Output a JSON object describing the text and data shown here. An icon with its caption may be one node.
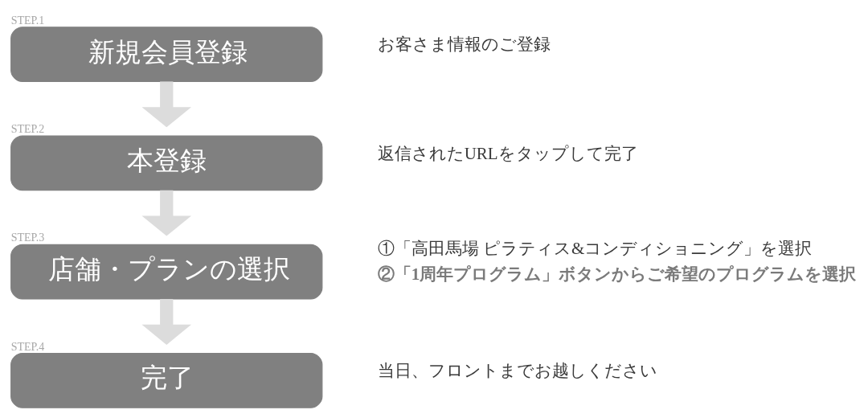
{
  "diagram": {
    "nodes": [
      {
        "text": [
          "STEP.1",
          "新規会員登録"
        ],
        "beside": [
          "お客さま情報のご登録"
        ]
      },
      {
        "text": [
          "STEP.2",
          "本登録"
        ],
        "beside": [
          "返信されたURLをタップして完了"
        ]
      },
      {
        "text": [
          "STEP.3",
          "店舗・プランの選択"
        ],
        "beside": [
          "①「高田馬場 ピラティス&コンディショニング」を選択",
          "②「1周年プログラム」ボタンからご希望のプログラムを選択"
        ]
      },
      {
        "text": [
          "STEP.4",
          "完了"
        ],
        "beside": [
          "当日、フロントまでお越しください"
        ]
      }
    ],
    "edges": [
      {
        "from": 0,
        "to": 1,
        "arrow": "to"
      },
      {
        "from": 1,
        "to": 2,
        "arrow": "to"
      },
      {
        "from": 2,
        "to": 3,
        "arrow": "to"
      }
    ]
  }
}
